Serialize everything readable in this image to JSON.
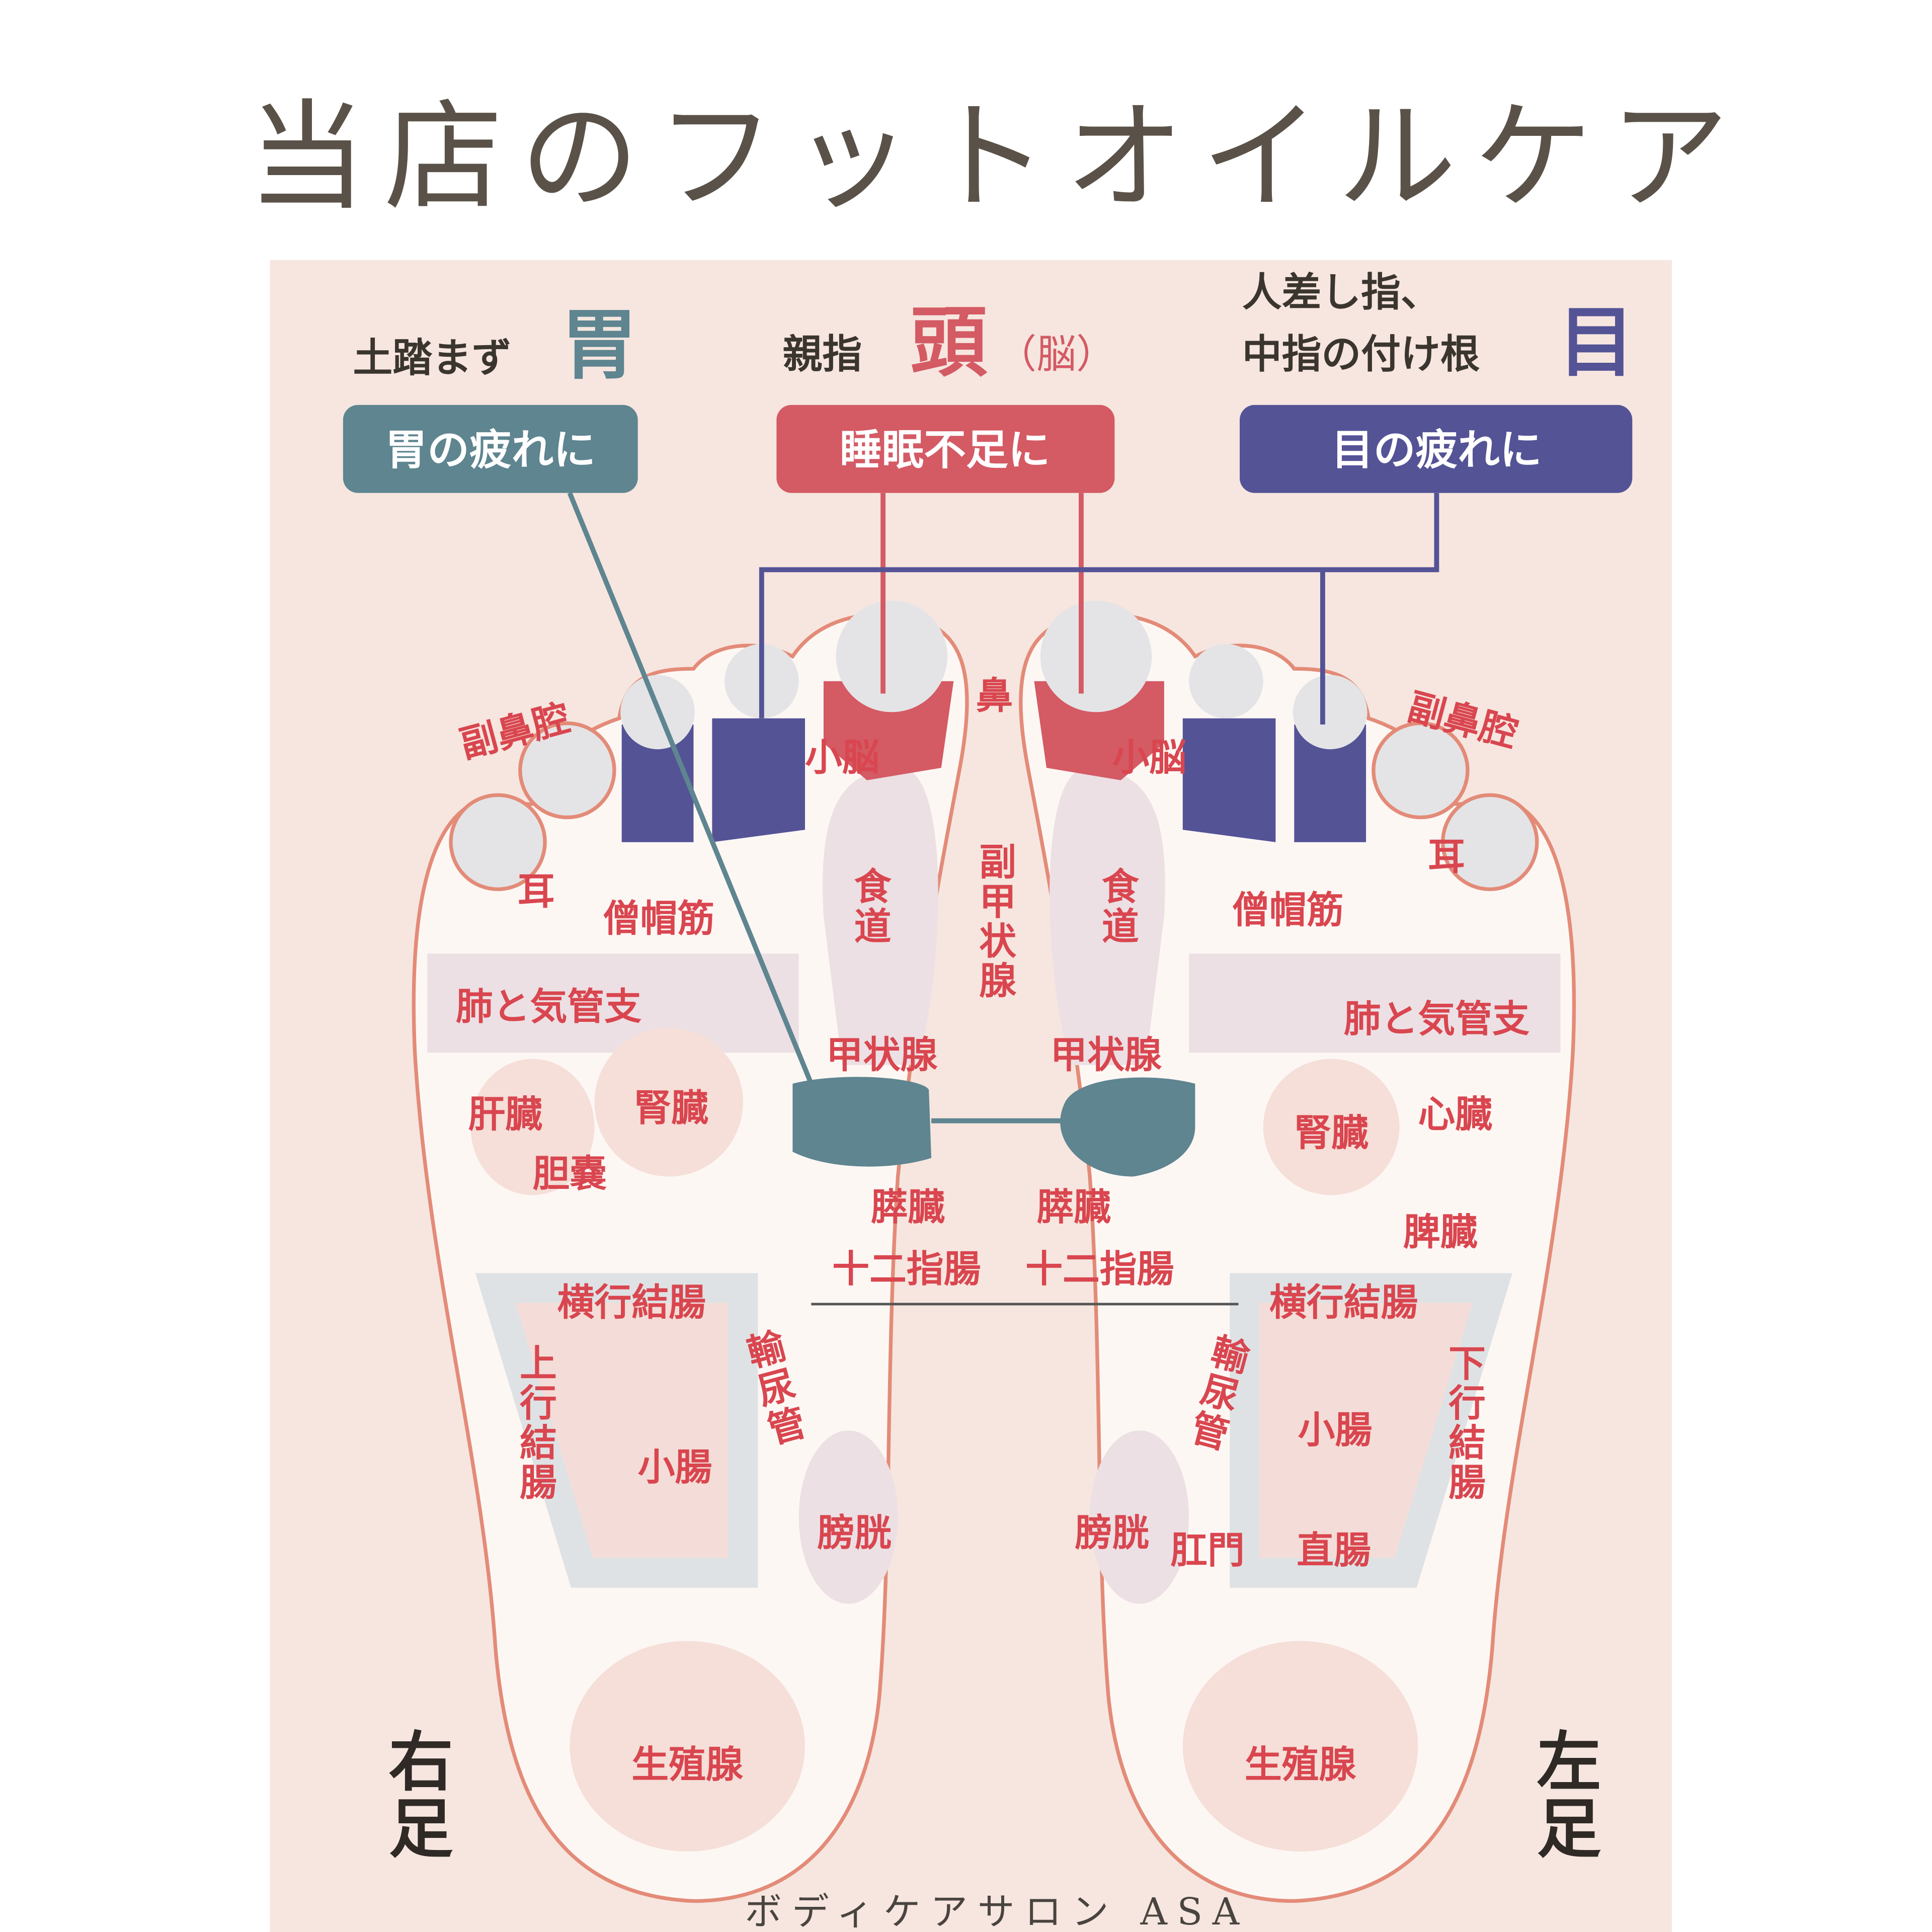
{
  "title": "当店のフットオイルケア",
  "watermark": "ボディケアサロン ASA",
  "colors": {
    "stomach": "#5e8590",
    "head": "#d45a64",
    "eye": "#545396",
    "label_red": "#d9464f",
    "panel_bg": "#f6e6df"
  },
  "headers": {
    "stomach_prefix": "土踏まず",
    "stomach_key": "胃",
    "head_prefix": "親指",
    "head_key": "頭",
    "head_suffix": "（脳）",
    "eye_prefix_line1": "人差し指、",
    "eye_prefix_line2": "中指の付け根",
    "eye_key": "目"
  },
  "buttons": {
    "stomach": "胃の疲れに",
    "head": "睡眠不足に",
    "eye": "目の疲れに"
  },
  "feet": {
    "right": "右足",
    "left": "左足"
  },
  "labels": {
    "nose": "鼻",
    "sinus_r": "副鼻腔",
    "sinus_l": "副鼻腔",
    "cerebellum_r": "小脳",
    "cerebellum_l": "小脳",
    "ear_r": "耳",
    "ear_l": "耳",
    "trapezius_r": "僧帽筋",
    "trapezius_l": "僧帽筋",
    "esophagus_r": "食道",
    "esophagus_l": "食道",
    "parathyroid": "副甲状腺",
    "lungs_r": "肺と気管支",
    "lungs_l": "肺と気管支",
    "thyroid_r": "甲状腺",
    "thyroid_l": "甲状腺",
    "liver": "肝臓",
    "kidney_r": "腎臓",
    "kidney_l": "腎臓",
    "gallbladder": "胆嚢",
    "heart": "心臓",
    "pancreas_r": "膵臓",
    "pancreas_l": "膵臓",
    "spleen": "脾臓",
    "duodenum_r": "十二指腸",
    "duodenum_l": "十二指腸",
    "transverse_colon_r": "横行結腸",
    "transverse_colon_l": "横行結腸",
    "ureter_r": "輸尿管",
    "ureter_l": "輸尿管",
    "ascending_colon": "上行結腸",
    "descending_colon": "下行結腸",
    "small_intestine_r": "小腸",
    "small_intestine_l": "小腸",
    "bladder_r": "膀胱",
    "bladder_l": "膀胱",
    "anus": "肛門",
    "rectum": "直腸",
    "gonad_r": "生殖腺",
    "gonad_l": "生殖腺"
  }
}
